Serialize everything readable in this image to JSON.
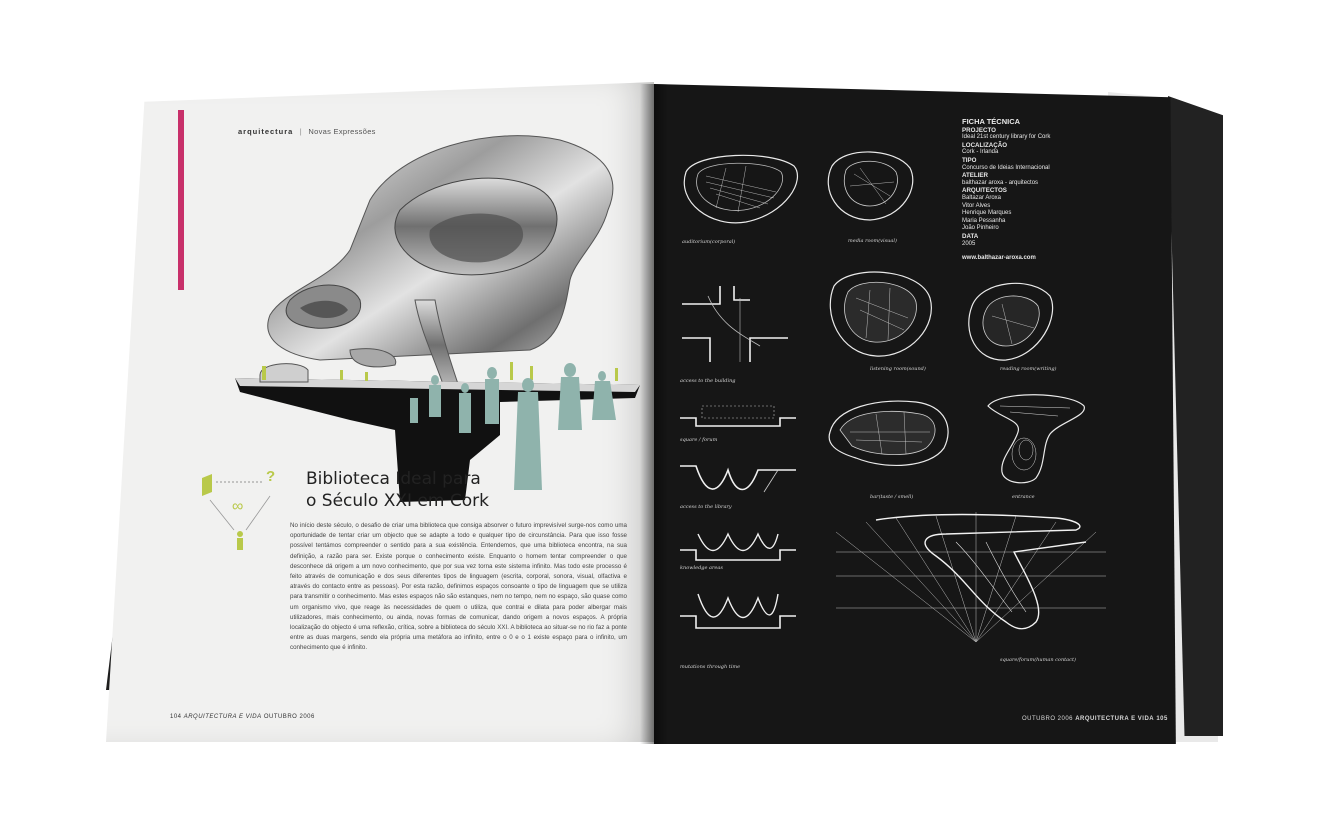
{
  "left_page": {
    "section": "arquitectura",
    "subsection": "Novas Expressões",
    "title_line1": "Biblioteca Ideal para",
    "title_line2": "o Século XXI em Cork",
    "body": "No início deste século, o desafio de criar uma biblioteca que consiga absorver o futuro imprevisível surge-nos como uma oportunidade de tentar criar um objecto que se adapte a todo e qualquer tipo de circunstância. Para que isso fosse possível tentámos compreender o sentido para a sua existência. Entendemos, que uma biblioteca encontra, na sua definição, a razão para ser. Existe porque o conhecimento existe. Enquanto o homem tentar compreender o que desconhece dá origem a um novo conhecimento, que por sua vez torna este sistema infinito. Mas todo este processo é feito através de comunicação e dos seus diferentes tipos de linguagem (escrita, corporal, sonora, visual, olfactiva e através do contacto entre as pessoas). Por esta razão, definimos espaços consoante o tipo de linguagem que se utiliza para transmitir o conhecimento. Mas estes espaços não são estanques, nem no tempo, nem no espaço, são quase como um organismo vivo, que reage às necessidades de quem o utiliza, que contrai e dilata para poder albergar mais utilizadores, mais conhecimento, ou ainda, novas formas de comunicar, dando origem a novos espaços. A própria localização do objecto é uma reflexão, crítica, sobre a biblioteca do século XXI. A biblioteca ao situar-se no rio faz a ponte entre as duas margens, sendo ela própria uma metáfora ao infinito, entre o 0 e o 1 existe espaço para o infinito, um conhecimento que é infinito.",
    "footer_page": "104",
    "footer_mag": "ARQUITECTURA E VIDA",
    "footer_date": "OUTUBRO 2006",
    "diagram_symbols": [
      "?",
      "∞"
    ]
  },
  "right_page": {
    "ficha_title": "FICHA TÉCNICA",
    "fields": [
      {
        "label": "PROJECTO",
        "value": "Ideal 21st century library for Cork"
      },
      {
        "label": "LOCALIZAÇÃO",
        "value": "Cork - Irlanda"
      },
      {
        "label": "TIPO",
        "value": "Concurso de Ideias Internacional"
      },
      {
        "label": "ATELIER",
        "value": "balthazar aroxa - arquitectos"
      },
      {
        "label": "ARQUITECTOS",
        "value": "Baltazar Aroxa"
      }
    ],
    "architects_more": [
      "Vitor Alves",
      "Henrique Marques",
      "Maria Pessanha",
      "João Pinheiro"
    ],
    "date_label": "DATA",
    "date_value": "2005",
    "url": "www.balthazar-aroxa.com",
    "captions": {
      "auditorium": "auditorium(corporal)",
      "media_room": "media room(visual)",
      "access_building": "access to the building",
      "listening_room": "listening room(sound)",
      "reading_room": "reading room(writing)",
      "square_forum": "square / forum",
      "bar": "bar(taste / smell)",
      "entrance": "entrance",
      "access_library": "access to the library",
      "knowledge_areas": "knowledge areas",
      "mutations": "mutations through time",
      "square_forum_contact": "square/forum(human contact)"
    },
    "footer_date": "OUTUBRO 2006",
    "footer_mag": "ARQUITECTURA E VIDA",
    "footer_page": "105"
  },
  "colors": {
    "accent_green": "#b9c94a",
    "figure_teal": "#8fb3ac",
    "pink_edge": "#c8306a"
  }
}
